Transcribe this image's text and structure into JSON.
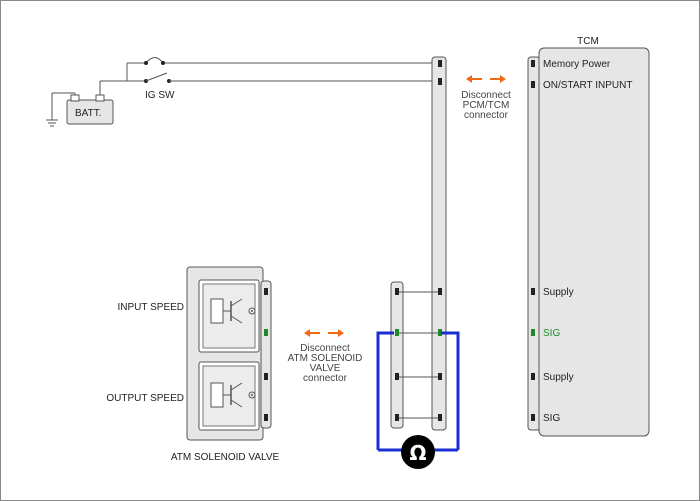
{
  "diagram": {
    "battery_label": "BATT.",
    "ig_switch_label": "IG SW",
    "tcm": {
      "title": "TCM",
      "pins": [
        "Memory Power",
        "ON/START  INPUNT",
        "Supply",
        "SIG",
        "Supply",
        "SIG"
      ]
    },
    "disconnect_pcm": {
      "line1": "Disconnect",
      "line2": "PCM/TCM",
      "line3": "connector"
    },
    "disconnect_atm": {
      "line1": "Disconnect",
      "line2": "ATM SOLENOID",
      "line3": "VALVE",
      "line4": "connector"
    },
    "sensors": {
      "input_speed": "INPUT SPEED",
      "output_speed": "OUTPUT SPEED"
    },
    "valve_label": "ATM SOLENOID VALVE",
    "meter_symbol": "Ω",
    "colors": {
      "arrow": "#f06a14",
      "meter_wire": "#1a2fd1",
      "signal_pin": "#1f8a2a",
      "pin": "#222222",
      "panel": "#e6e6e6"
    }
  }
}
